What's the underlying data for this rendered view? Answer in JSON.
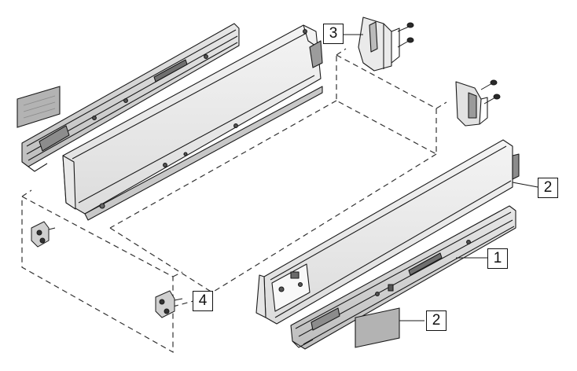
{
  "callouts": {
    "c3": "3",
    "c2_side": "2",
    "c1": "1",
    "c4": "4",
    "c2_cover": "2"
  },
  "colors": {
    "outline": "#1a1a1a",
    "metal_light": "#f2f2f2",
    "metal_mid": "#d9d9d9",
    "metal_dark": "#9c9c9c",
    "cover_plate": "#b3b3b3",
    "dashed": "#333333"
  },
  "icons": [
    "screw-icon",
    "front-bracket-icon",
    "rear-bracket-icon",
    "runner-rail-icon",
    "cover-cap-icon"
  ]
}
